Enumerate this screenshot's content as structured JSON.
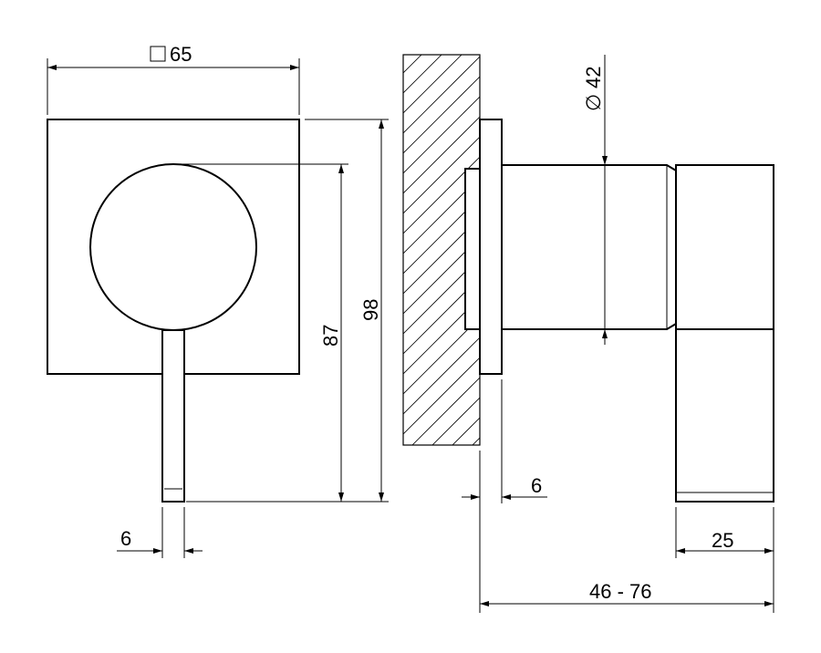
{
  "drawing": {
    "dimensions": {
      "plate_width": "65",
      "plate_symbol": "□",
      "lever_length": "87",
      "total_height": "98",
      "diameter": "42",
      "diameter_symbol": "∅",
      "plate_thickness": "6",
      "handle_width": "6",
      "handle_depth": "25",
      "projection_range": "46 - 76"
    }
  }
}
